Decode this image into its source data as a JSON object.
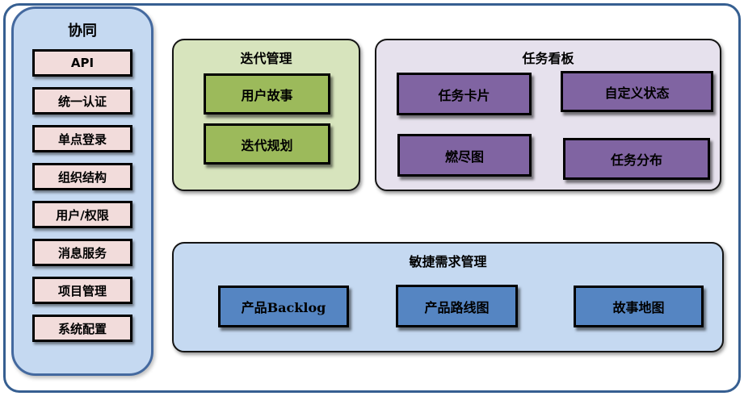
{
  "colors": {
    "frame-border": "#365f91",
    "sidebar-bg": "#c5d9f1",
    "sidebar-border": "#44699f",
    "sidebar-item-bg": "#f2dcdb",
    "iteration-panel-bg": "#d7e4bd",
    "iteration-item-bg": "#9cba5b",
    "taskboard-panel-bg": "#e6e1ed",
    "taskboard-item-bg": "#8064a2",
    "requirements-panel-bg": "#c5d9f1",
    "requirements-item-bg": "#5585c2",
    "box-border": "#000000"
  },
  "sidebar": {
    "title": "协同",
    "items": [
      "API",
      "统一认证",
      "单点登录",
      "组织结构",
      "用户/权限",
      "消息服务",
      "项目管理",
      "系统配置"
    ]
  },
  "panels": {
    "iteration": {
      "title": "迭代管理",
      "items": [
        "用户故事",
        "迭代规划"
      ]
    },
    "taskboard": {
      "title": "任务看板",
      "items": [
        "任务卡片",
        "自定义状态",
        "燃尽图",
        "任务分布"
      ]
    },
    "requirements": {
      "title": "敏捷需求管理",
      "items": [
        "产品Backlog",
        "产品路线图",
        "故事地图"
      ]
    }
  }
}
